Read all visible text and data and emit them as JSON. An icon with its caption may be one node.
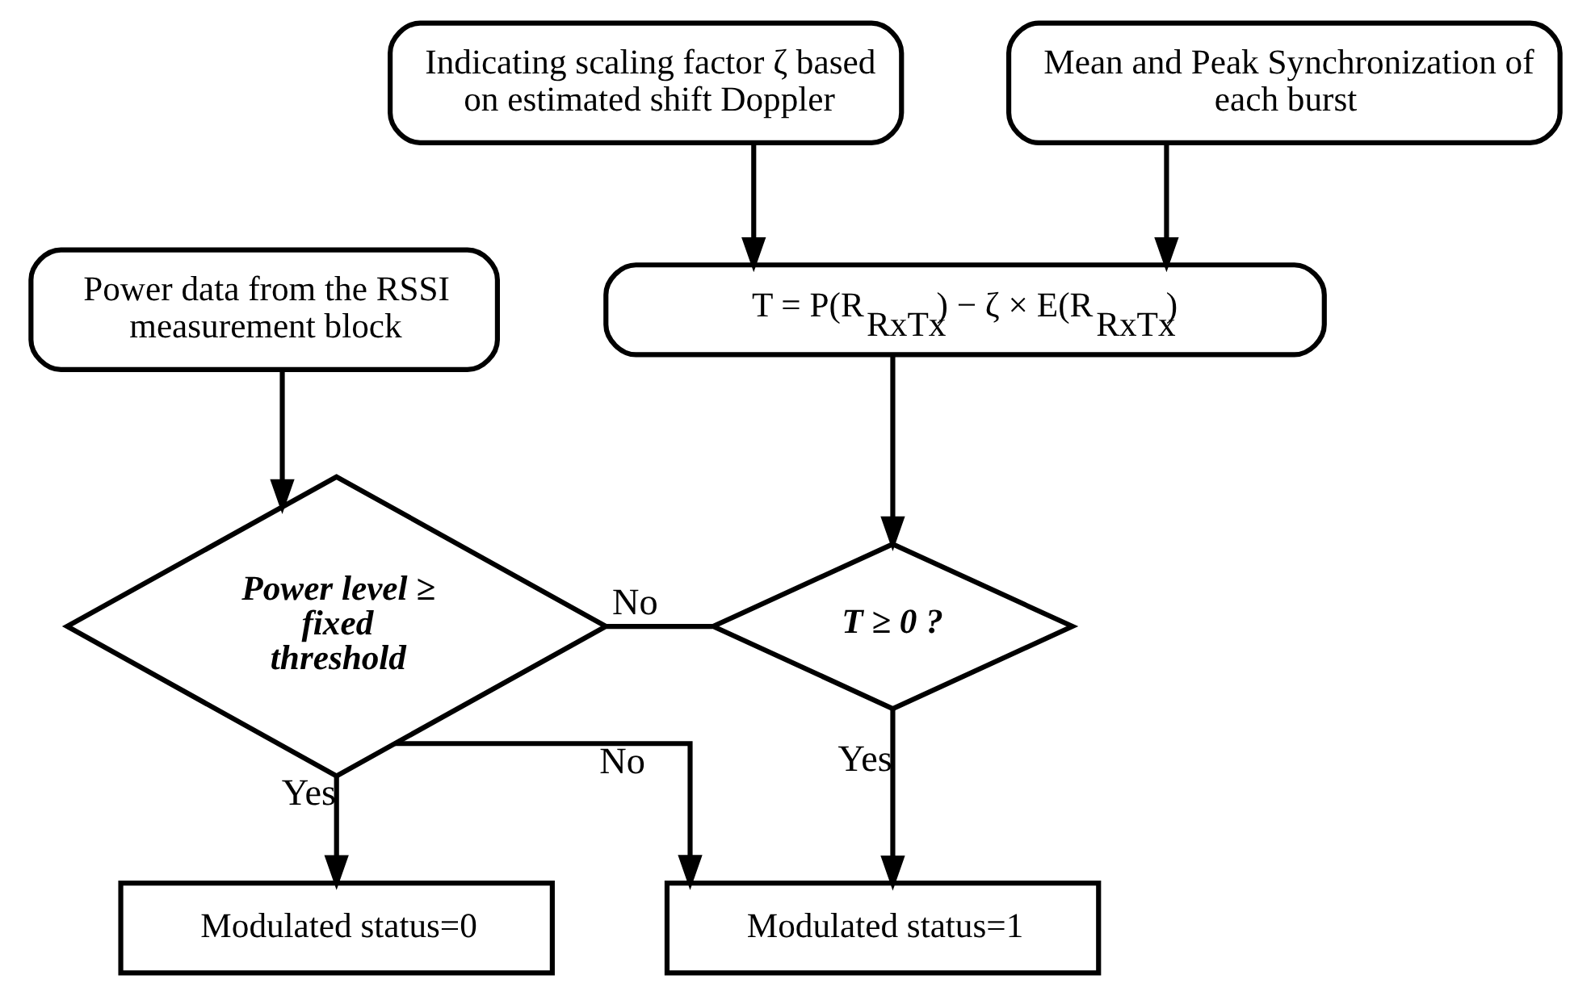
{
  "diagram": {
    "nodes": [
      {
        "text": [
          "Indicating scaling factor ζ based on estimated shift Doppler"
        ]
      },
      {
        "text": [
          "Mean and Peak Synchronization of each burst"
        ]
      },
      {
        "text": [
          "Power data from the RSSI measurement block"
        ]
      },
      {
        "text": [
          "T = P(R$_{RxTx}$) − ζ × E(R$_{RxTx}$)"
        ]
      },
      {
        "text": [
          "Power level ≥ fixed threshold"
        ]
      },
      {
        "text": [
          "T ≥ 0 ?"
        ]
      },
      {
        "text": [
          "Modulated status=0"
        ]
      },
      {
        "text": [
          "Modulated status=1"
        ]
      }
    ],
    "edges": [
      {
        "from": 0,
        "to": 3,
        "arrow": "to"
      },
      {
        "from": 1,
        "to": 3,
        "arrow": "to"
      },
      {
        "from": 2,
        "to": 4,
        "arrow": "to"
      },
      {
        "from": 3,
        "to": 5,
        "arrow": "to"
      },
      {
        "from": 4,
        "to": 6,
        "arrow": "to",
        "label": "Yes"
      },
      {
        "from": 4,
        "to": 7,
        "arrow": "to",
        "label": "No"
      },
      {
        "from": 4,
        "to": 5,
        "arrow": "none",
        "label": "No"
      },
      {
        "from": 5,
        "to": 7,
        "arrow": "to",
        "label": "Yes"
      }
    ]
  }
}
